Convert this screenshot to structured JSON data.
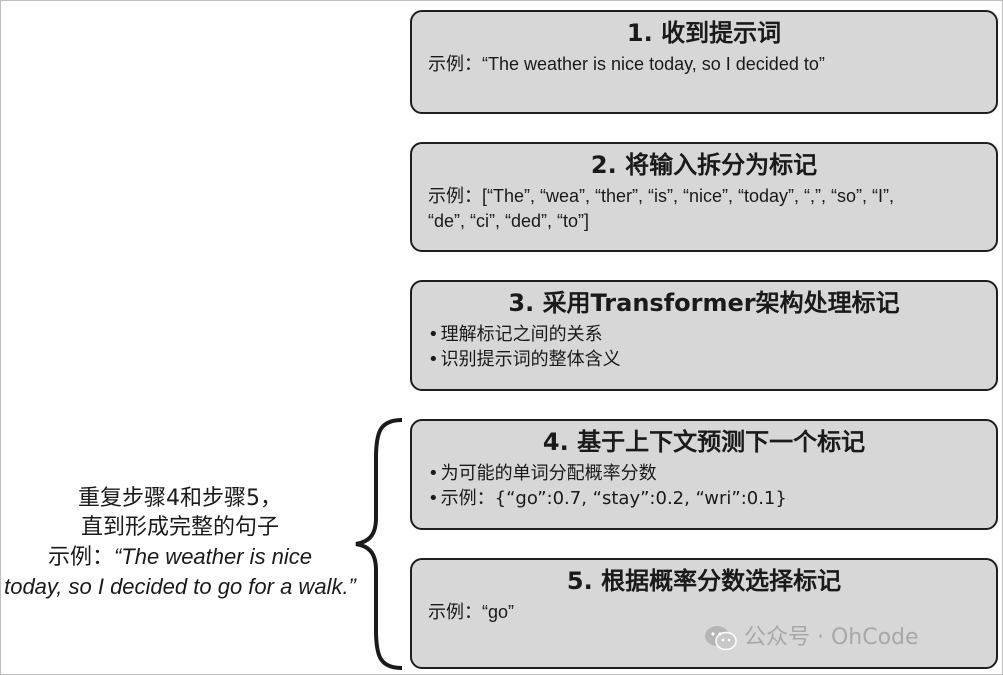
{
  "steps": [
    {
      "title": "1. 收到提示词",
      "lines": [
        "示例：“The weather is nice today, so I decided to”"
      ]
    },
    {
      "title": "2. 将输入拆分为标记",
      "lines": [
        "示例：[“The”, “wea”, “ther”, “is”, “nice”, “today”, “,”, “so”, “I”,",
        "“de”, “ci”, “ded”, “to”]"
      ]
    },
    {
      "title": "3. 采用Transformer架构处理标记",
      "bullets": [
        "理解标记之间的关系",
        "识别提示词的整体含义"
      ]
    },
    {
      "title": "4. 基于上下文预测下一个标记",
      "bullets": [
        "为可能的单词分配概率分数",
        "示例：{“go”:0.7, “stay”:0.2, “wri”:0.1}"
      ]
    },
    {
      "title": "5. 根据概率分数选择标记",
      "lines": [
        "示例：“go”"
      ]
    }
  ],
  "repeat_note": {
    "line1": "重复步骤4和步骤5，",
    "line2": "直到形成完整的句子",
    "example_label": "示例：",
    "example_italic_1": "“The weather is nice",
    "example_italic_2": "today, so I decided to go for a walk.”"
  },
  "watermark": {
    "text": "公众号 · OhCode",
    "icon": "wechat-icon"
  }
}
